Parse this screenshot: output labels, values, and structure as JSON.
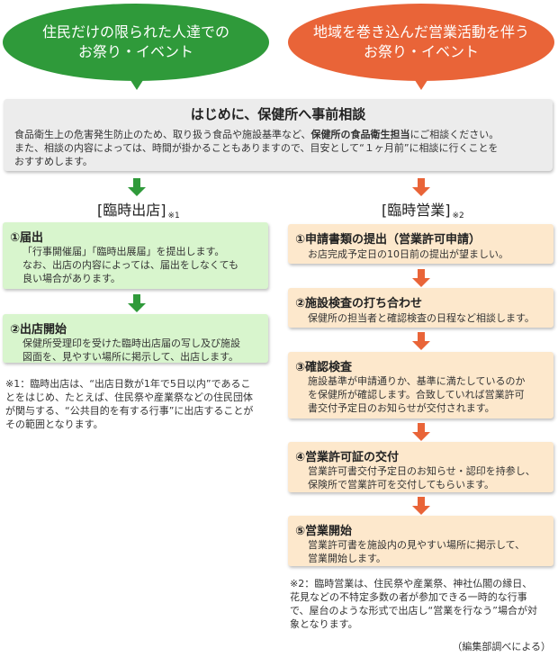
{
  "bubbles": {
    "left": {
      "line1": "住民だけの限られた人達での",
      "line2": "お祭り・イベント"
    },
    "right": {
      "line1": "地域を巻き込んだ営業活動を伴う",
      "line2": "お祭り・イベント"
    }
  },
  "consult": {
    "title": "はじめに、保健所へ事前相談",
    "line1_pre": "食品衛生上の危害発生防止のため、取り扱う食品や施設基準など、",
    "line1_bold": "保健所の食品衛生担当",
    "line1_post": "にご相談ください。",
    "line2": "また、相談の内容によっては、時間が掛かることもありますので、目安として“１ヶ月前”に相談に行くことを",
    "line3": "おすすめします。"
  },
  "left_flow": {
    "heading": "[臨時出店]",
    "note_mark": "※1",
    "steps": [
      {
        "title": "①届出",
        "lines": [
          "「行事開催届」「臨時出展届」を提出します。",
          "なお、出店の内容によっては、届出をしなくても",
          "良い場合があります。"
        ]
      },
      {
        "title": "②出店開始",
        "lines": [
          "保健所受理印を受けた臨時出店届の写し及び施設",
          "図面を、見やすい場所に掲示して、出店します。"
        ]
      }
    ],
    "note_lines": [
      "※1：臨時出店は、“出店日数が1年で5日以内”であるこ",
      "とをはじめ、たとえば、住民祭や産業祭などの住民団体",
      "が関与する、“公共目的を有する行事”に出店することが",
      "その範囲となります。"
    ]
  },
  "right_flow": {
    "heading": "[臨時営業]",
    "note_mark": "※2",
    "steps": [
      {
        "title": "①申請書類の提出（営業許可申請）",
        "lines": [
          "お店完成予定日の10日前の提出が望ましい。"
        ]
      },
      {
        "title": "②施設検査の打ち合わせ",
        "lines": [
          "保健所の担当者と確認検査の日程など相談します。"
        ]
      },
      {
        "title": "③確認検査",
        "lines": [
          "施設基準が申請通りか、基準に満たしているのか",
          "を保健所が確認します。合致していれば営業許可",
          "書交付予定日のお知らせが交付されます。"
        ]
      },
      {
        "title": "④営業許可証の交付",
        "lines": [
          "営業許可書交付予定日のお知らせ・認印を持参し、",
          "保険所で営業許可を交付してもらいます。"
        ]
      },
      {
        "title": "⑤営業開始",
        "lines": [
          "営業許可書を施設内の見やすい場所に掲示して、",
          "営業開始します。"
        ]
      }
    ],
    "note_lines": [
      "※2：臨時営業は、住民祭や産業祭、神社仏閣の縁日、",
      "花見などの不特定多数の者が参加できる一時的な行事",
      "で、屋台のような形式で出店し“営業を行なう”場合が対",
      "象となります。"
    ]
  },
  "source": "（編集部調べによる）",
  "colors": {
    "green": "#2f9a3a",
    "orange": "#e96438",
    "green_box": "#d8f5cd",
    "orange_box": "#fde8cc",
    "consult_box": "#ececec"
  }
}
